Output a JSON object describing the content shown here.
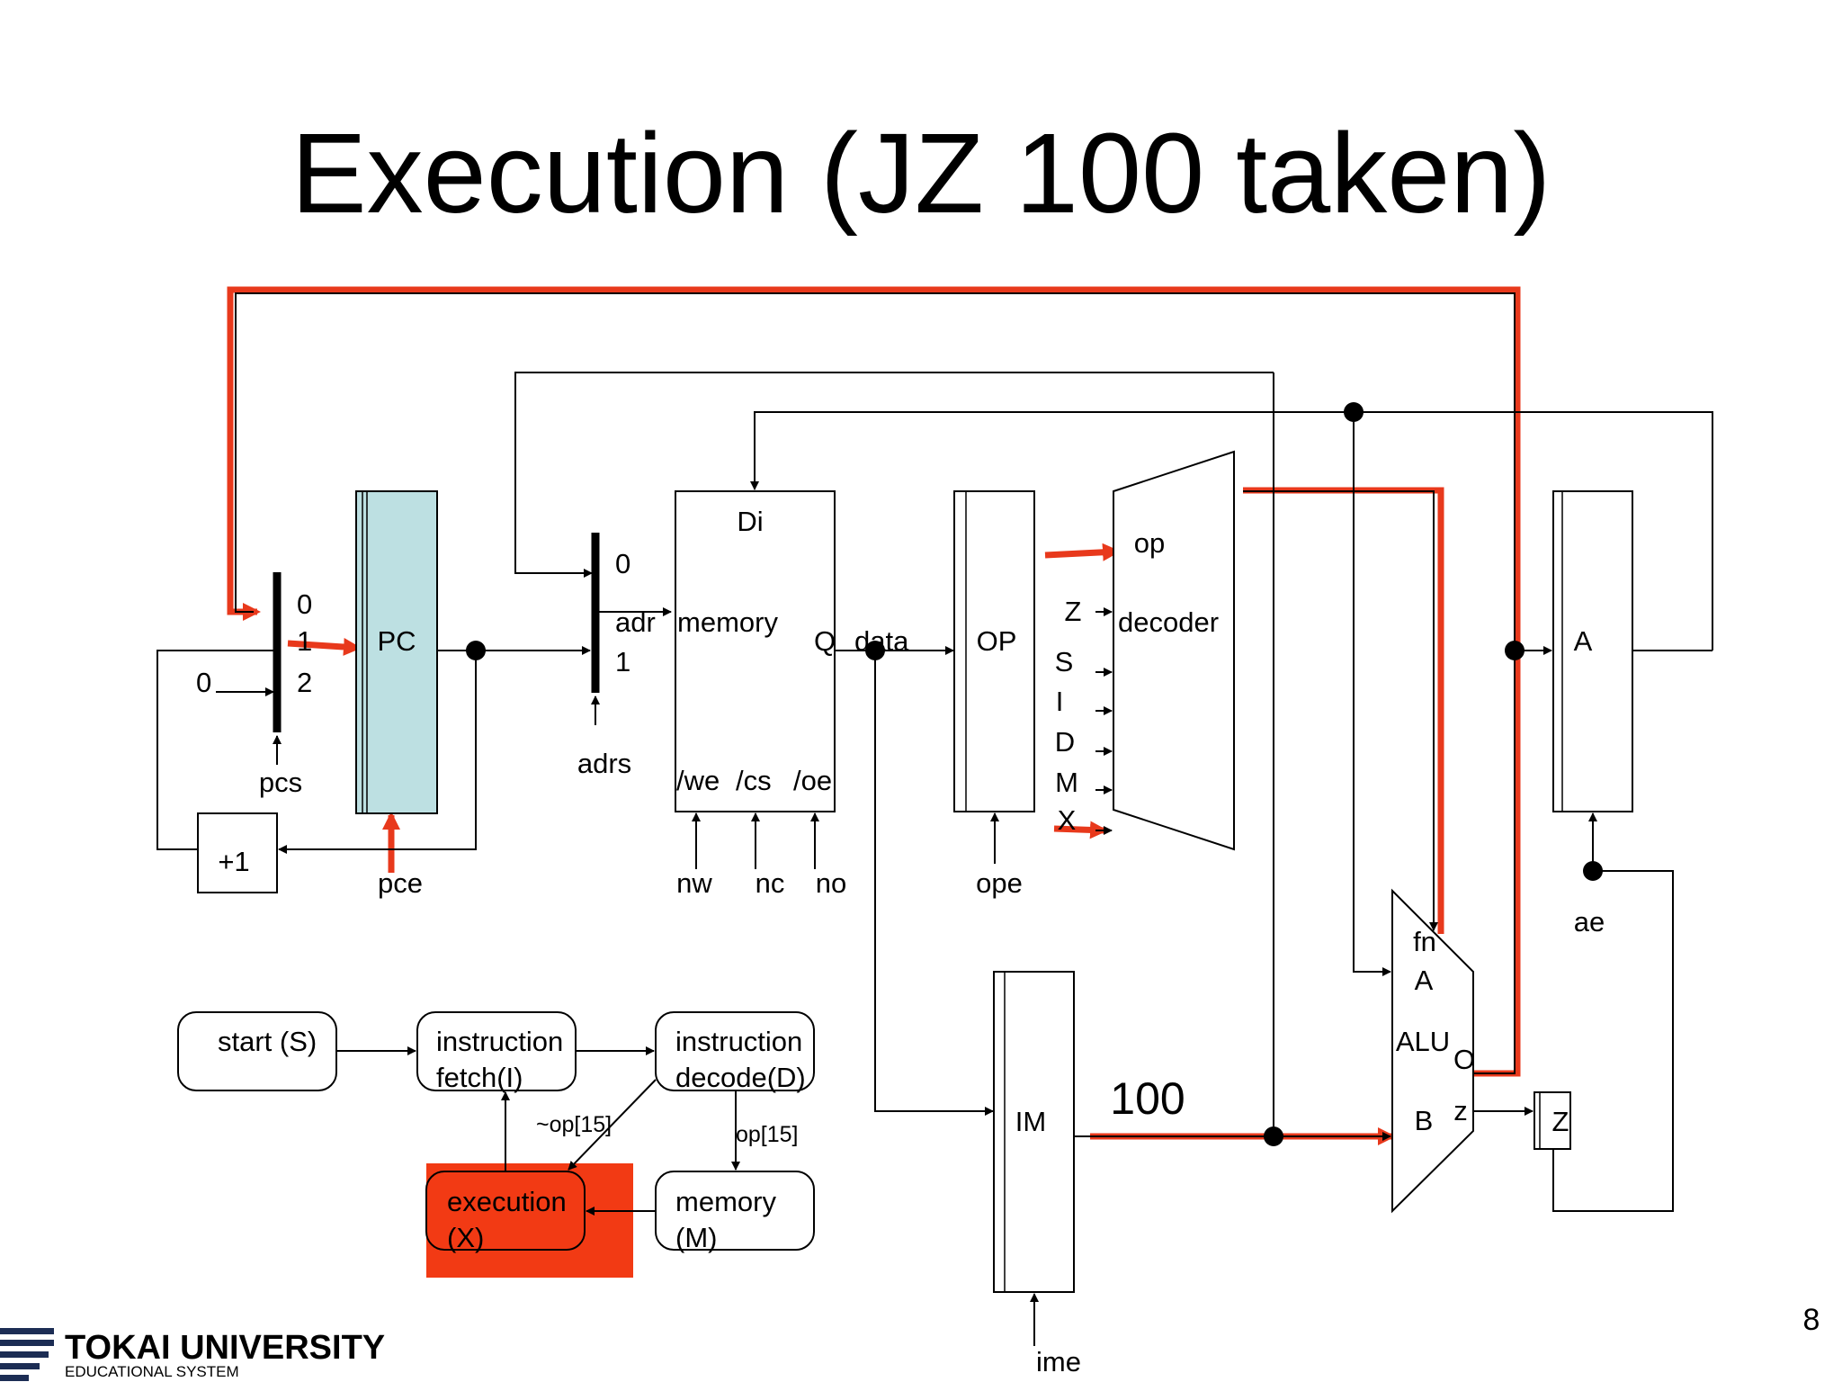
{
  "slide": {
    "title": "Execution (JZ 100 taken)",
    "page_number": "8"
  },
  "colors": {
    "highlight": "#e8391c",
    "pc_fill": "#bde0e2",
    "execution_fill": "#f23a14",
    "line": "#000000",
    "logo": "#1c2d54"
  },
  "mux_pc": {
    "in0": "0",
    "in1": "1",
    "in2": "2",
    "const_in": "0",
    "select": "pcs"
  },
  "pc": {
    "label": "PC",
    "enable": "pce"
  },
  "incrementer": {
    "label": "+1"
  },
  "mux_adr": {
    "in0": "0",
    "in1": "1",
    "select": "adrs"
  },
  "memory": {
    "label": "memory",
    "di": "Di",
    "adr": "adr",
    "q": "Q",
    "data": "data",
    "we": "/we",
    "cs": "/cs",
    "oe": "/oe",
    "nw": "nw",
    "nc": "nc",
    "no": "no"
  },
  "op_reg": {
    "label": "OP",
    "enable": "ope"
  },
  "decoder": {
    "label": "decoder",
    "op": "op",
    "outputs": [
      "Z",
      "S",
      "I",
      "D",
      "M",
      "X"
    ]
  },
  "a_reg": {
    "label": "A",
    "enable": "ae"
  },
  "im_reg": {
    "label": "IM",
    "enable": "ime",
    "value": "100"
  },
  "alu": {
    "label": "ALU",
    "fn": "fn",
    "a": "A",
    "b": "B",
    "o": "O",
    "z": "z"
  },
  "z_flag": {
    "label": "Z"
  },
  "fsm": {
    "start": "start   (S)",
    "fetch_line1": "instruction",
    "fetch_line2": "fetch(I)",
    "decode_line1": "instruction",
    "decode_line2": "decode(D)",
    "execution_line1": "execution",
    "execution_line2": "(X)",
    "memory_line1": "memory",
    "memory_line2": "(M)",
    "cond_not_op15": "~op[15]",
    "cond_op15": "op[15]"
  },
  "logo": {
    "name": "TOKAI UNIVERSITY",
    "subtitle": "EDUCATIONAL SYSTEM"
  }
}
